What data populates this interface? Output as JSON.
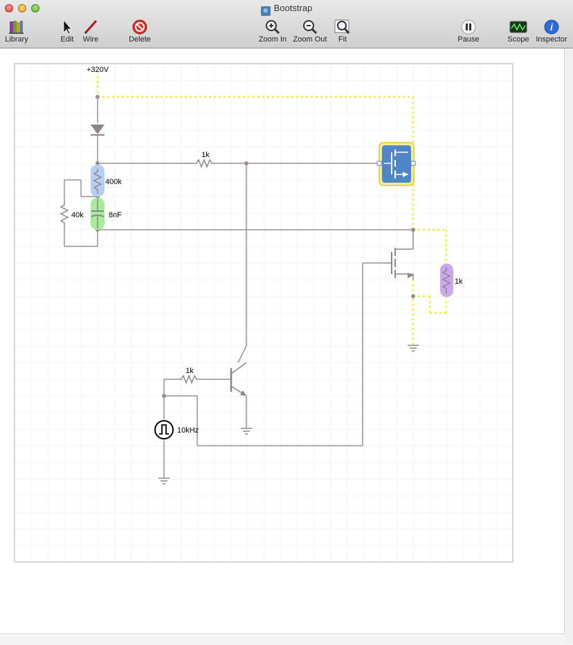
{
  "window": {
    "title": "Bootstrap",
    "doc_icon": "doc-icon"
  },
  "toolbar": {
    "library": "Library",
    "edit": "Edit",
    "wire": "Wire",
    "delete": "Delete",
    "zoom_in": "Zoom In",
    "zoom_out": "Zoom Out",
    "fit": "Fit",
    "pause": "Pause",
    "scope": "Scope",
    "inspector": "Inspector"
  },
  "circuit": {
    "supply_label": "+320V",
    "gate_resistor": "1k",
    "upper_resistor": "400k",
    "left_resistor": "40k",
    "capacitor": "8nF",
    "load_resistor": "1k",
    "base_resistor": "1k",
    "source_label": "10kHz"
  },
  "colors": {
    "wire": "#9b8f8f",
    "active_wire": "#ecea3a",
    "mosfet_highlight": "#4f86c6",
    "resistor_highlight": "#b7cff2",
    "capacitor_highlight": "#a6ec9c",
    "load_highlight": "#c9a8ee"
  }
}
